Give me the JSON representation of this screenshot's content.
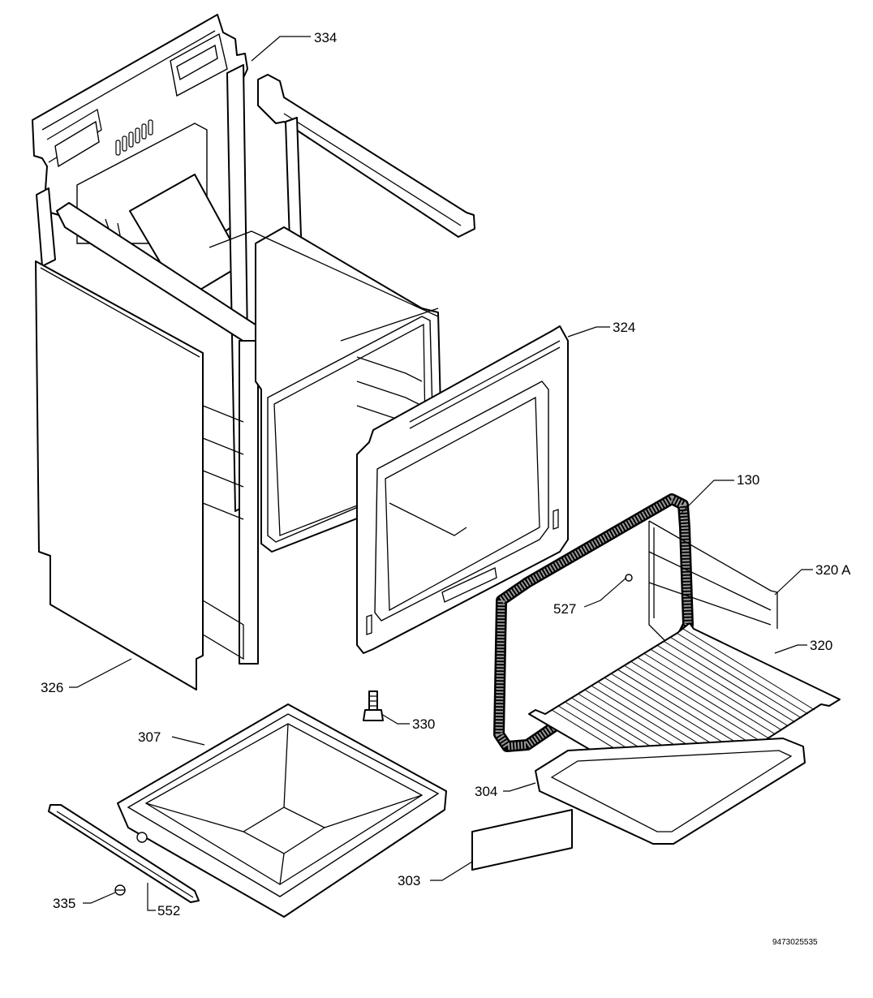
{
  "diagram": {
    "document_code": "9473025535",
    "callouts": [
      {
        "id": "334",
        "text": "334"
      },
      {
        "id": "324",
        "text": "324"
      },
      {
        "id": "130",
        "text": "130"
      },
      {
        "id": "320a",
        "text": "320 A"
      },
      {
        "id": "527",
        "text": "527"
      },
      {
        "id": "320",
        "text": "320"
      },
      {
        "id": "326",
        "text": "326"
      },
      {
        "id": "330",
        "text": "330"
      },
      {
        "id": "307",
        "text": "307"
      },
      {
        "id": "304",
        "text": "304"
      },
      {
        "id": "303",
        "text": "303"
      },
      {
        "id": "335",
        "text": "335"
      },
      {
        "id": "552",
        "text": "552"
      }
    ]
  }
}
